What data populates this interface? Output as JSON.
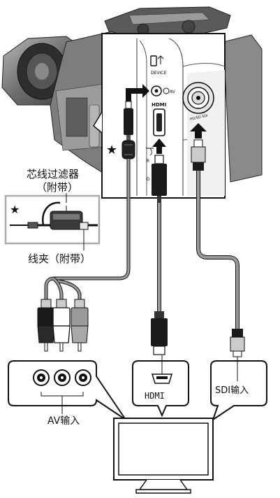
{
  "labels": {
    "core_filter": "芯线过滤器",
    "core_filter_note": "（附带）",
    "cable_clamp": "线夹（附带）",
    "av_input": "AV输入",
    "hdmi_input": "HDMI",
    "sdi_input": "SDI输入",
    "star": "★"
  },
  "port_labels": {
    "device": "DEVICE",
    "av": "AV",
    "hdmi": "HDMI",
    "sdi": "HD/SD SDI",
    "r": "R",
    "d": "D"
  },
  "colors": {
    "line": "#111111",
    "cable_gray": "#9a9a9a",
    "panel_fill": "#ffffff",
    "camera_dark": "#4a4a4a",
    "camera_mid": "#8c8c8c",
    "camera_light": "#c8c8c8",
    "plug_black": "#1a1a1a"
  },
  "icons": [
    "star-icon",
    "arrow-right-icon",
    "arrow-up-icon",
    "usb-icon",
    "headphone-icon"
  ]
}
